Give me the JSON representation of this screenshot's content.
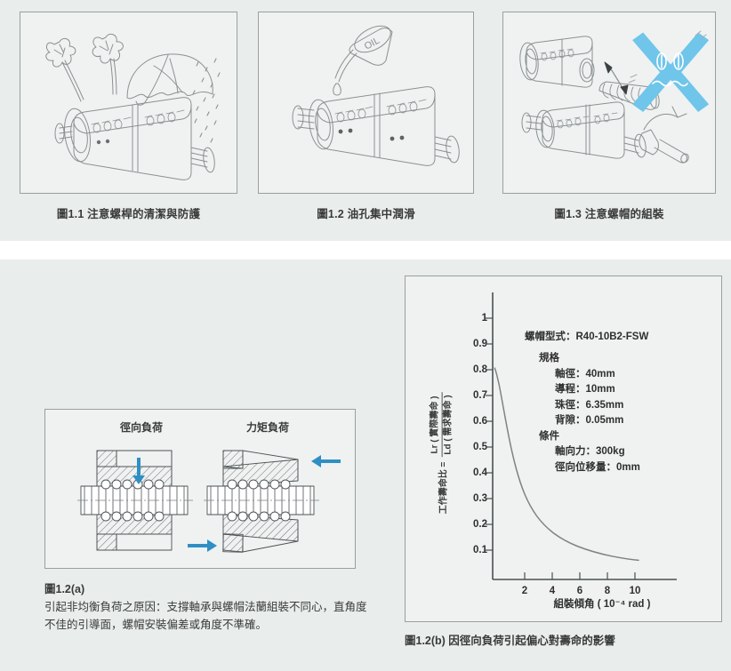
{
  "top_figures": [
    {
      "caption": "圖1.1 注意螺桿的清潔與防護",
      "alt": "ball-screw-with-umbrella-and-brush-illustration"
    },
    {
      "caption": "圖1.2 油孔集中潤滑",
      "alt": "ball-screw-with-oil-can-illustration"
    },
    {
      "caption": "圖1.3 注意螺帽的組裝",
      "alt": "ball-screw-nut-assembly-warning-illustration"
    }
  ],
  "oil_can_label": "OIL",
  "bottom_left": {
    "label_radial": "徑向負荷",
    "label_moment": "力矩負荷",
    "caption_title": "圖1.2(a)",
    "caption_body": "引起非均衡負荷之原因：支撐軸承與螺帽法蘭組裝不同心，直角度不佳的引導面，螺帽安裝偏差或角度不準確。"
  },
  "bottom_right": {
    "caption": "圖1.2(b) 因徑向負荷引起偏心對壽命的影響"
  },
  "chart_data": {
    "type": "line",
    "title": "",
    "xlabel": "組裝傾角 ( 10⁻⁴ rad )",
    "ylabel_prefix": "工作壽命比 =",
    "ylabel_numerator": "Lr ( 實際壽命 )",
    "ylabel_denominator": "Ld ( 需求壽命 )",
    "xlim": [
      0,
      11.5
    ],
    "ylim": [
      0,
      1.08
    ],
    "xticks": [
      2,
      4,
      6,
      8,
      10
    ],
    "yticks": [
      0.1,
      0.2,
      0.3,
      0.4,
      0.5,
      0.6,
      0.7,
      0.8,
      0.9,
      1.0
    ],
    "grid": false,
    "legend_position": "inside-right",
    "series": [
      {
        "name": "工作壽命比",
        "x": [
          0.15,
          0.3,
          0.5,
          0.7,
          0.9,
          1.1,
          1.3,
          1.5,
          1.8,
          2.1,
          2.4,
          2.8,
          3.2,
          3.7,
          4.2,
          4.8,
          5.4,
          6.0,
          6.8,
          7.6,
          8.4,
          9.2
        ],
        "y": [
          0.82,
          0.8,
          0.72,
          0.62,
          0.52,
          0.43,
          0.355,
          0.295,
          0.225,
          0.175,
          0.14,
          0.108,
          0.086,
          0.066,
          0.052,
          0.04,
          0.031,
          0.025,
          0.019,
          0.014,
          0.011,
          0.009
        ]
      }
    ],
    "annotations": {
      "model_line": "螺帽型式：R40-10B2-FSW",
      "spec_heading": "規格",
      "spec_items": [
        "軸徑：40mm",
        "導程：10mm",
        "珠徑：6.35mm",
        "背隙：0.05mm"
      ],
      "condition_heading": "條件",
      "condition_items": [
        "軸向力：300kg",
        "徑向位移量：0mm"
      ]
    }
  },
  "colors": {
    "page_bg": "#e9edec",
    "panel_bg": "#eff2f1",
    "panel_border": "#9a9f9f",
    "text": "#3a3a3a",
    "arrow_blue": "#2f8fc4",
    "x_mark_blue": "#6fc5ea",
    "line_art": "#7d8284"
  }
}
